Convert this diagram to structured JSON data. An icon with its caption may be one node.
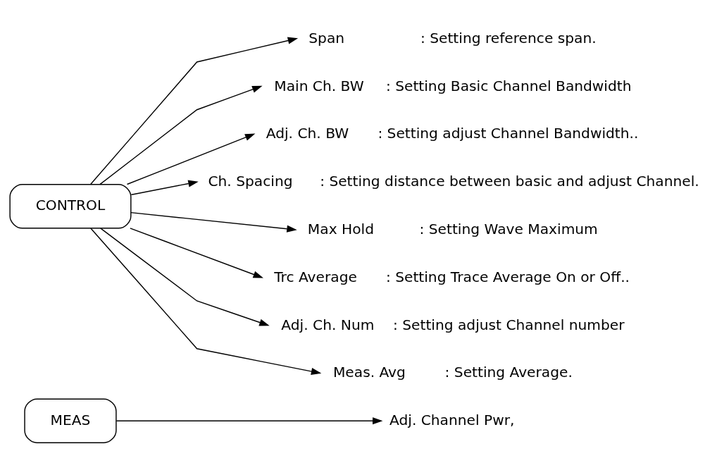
{
  "diagram": {
    "nodes": [
      {
        "text": [
          "MEAS"
        ]
      },
      {
        "text": [
          "Adj. Channel Pwr,"
        ]
      },
      {
        "text": [
          "CONTROL"
        ]
      },
      {
        "text": [
          "Span"
        ],
        "beside": [
          ": Setting reference span."
        ]
      },
      {
        "text": [
          "Main Ch. BW"
        ],
        "beside": [
          ": Setting Basic Channel Bandwidth"
        ]
      },
      {
        "text": [
          "Adj. Ch. BW"
        ],
        "beside": [
          ": Setting adjust Channel Bandwidth.."
        ]
      },
      {
        "text": [
          "Ch. Spacing"
        ],
        "beside": [
          ": Setting distance between basic and adjust Channel."
        ]
      },
      {
        "text": [
          "Max Hold"
        ],
        "beside": [
          ": Setting Wave Maximum"
        ]
      },
      {
        "text": [
          "Trc Average"
        ],
        "beside": [
          ": Setting Trace Average On or Off.."
        ]
      },
      {
        "text": [
          "Adj. Ch. Num"
        ],
        "beside": [
          ": Setting adjust Channel number"
        ]
      },
      {
        "text": [
          "Meas. Avg"
        ],
        "beside": [
          ": Setting Average."
        ]
      }
    ],
    "edges": [
      {
        "from": 0,
        "to": 1,
        "arrow": "to"
      },
      {
        "from": 2,
        "to": 3,
        "arrow": "to"
      },
      {
        "from": 2,
        "to": 4,
        "arrow": "to"
      },
      {
        "from": 2,
        "to": 5,
        "arrow": "to"
      },
      {
        "from": 2,
        "to": 6,
        "arrow": "to"
      },
      {
        "from": 2,
        "to": 7,
        "arrow": "to"
      },
      {
        "from": 2,
        "to": 8,
        "arrow": "to"
      },
      {
        "from": 2,
        "to": 9,
        "arrow": "to"
      },
      {
        "from": 2,
        "to": 10,
        "arrow": "to"
      }
    ]
  }
}
